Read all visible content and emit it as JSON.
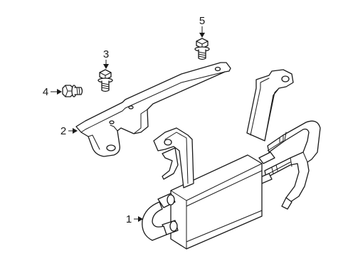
{
  "callouts": [
    {
      "id": "1",
      "label": "1"
    },
    {
      "id": "2",
      "label": "2"
    },
    {
      "id": "3",
      "label": "3"
    },
    {
      "id": "4",
      "label": "4"
    },
    {
      "id": "5",
      "label": "5"
    }
  ],
  "colors": {
    "ink": "#1a1a1a",
    "background": "#ffffff"
  }
}
